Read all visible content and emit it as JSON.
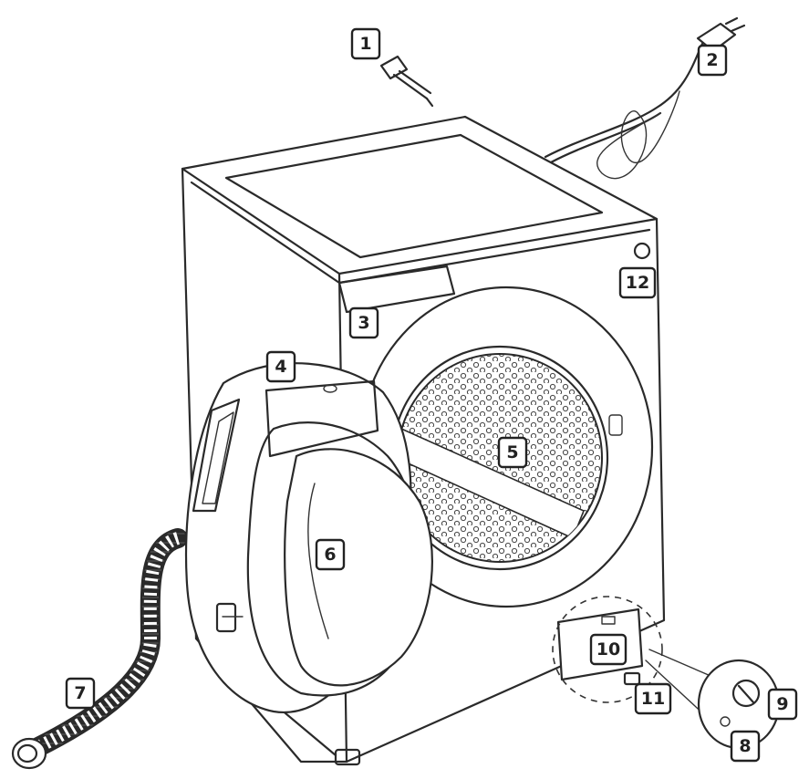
{
  "labels": [
    {
      "id": "1",
      "text": "1"
    },
    {
      "id": "2",
      "text": "2"
    },
    {
      "id": "3",
      "text": "3"
    },
    {
      "id": "4",
      "text": "4"
    },
    {
      "id": "5",
      "text": "5"
    },
    {
      "id": "6",
      "text": "6"
    },
    {
      "id": "7",
      "text": "7"
    },
    {
      "id": "8",
      "text": "8"
    },
    {
      "id": "9",
      "text": "9"
    },
    {
      "id": "10",
      "text": "10"
    },
    {
      "id": "11",
      "text": "11"
    },
    {
      "id": "12",
      "text": "12"
    }
  ],
  "colors": {
    "line": "#2a2a2a",
    "background": "#ffffff"
  }
}
